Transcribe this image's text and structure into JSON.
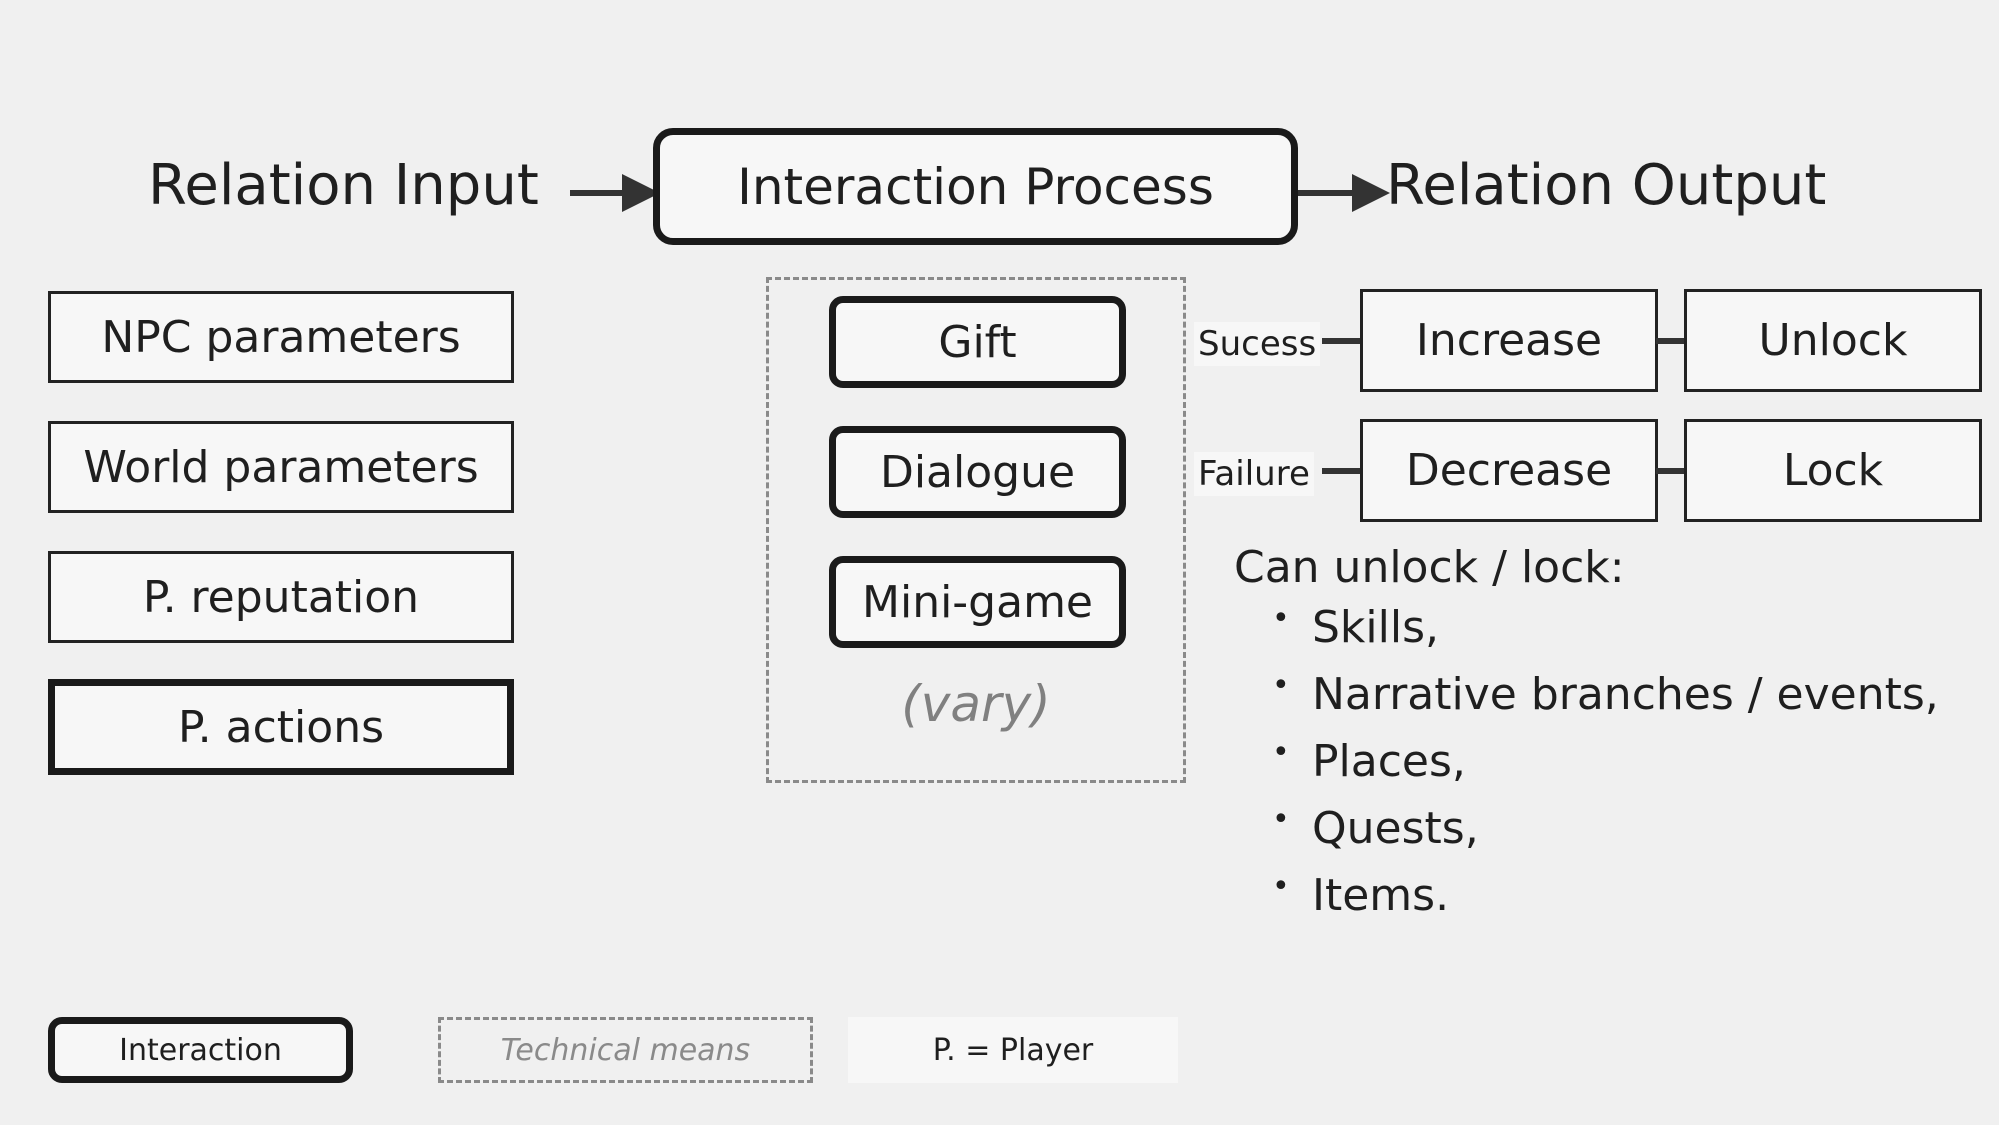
{
  "flow": {
    "input_title": "Relation Input",
    "process_title": "Interaction Process",
    "output_title": "Relation Output",
    "arrow_in": "arrow-right-icon",
    "arrow_out": "arrow-right-icon"
  },
  "inputs": [
    {
      "label": "NPC parameters",
      "style": "thin"
    },
    {
      "label": "World parameters",
      "style": "thin"
    },
    {
      "label": "P. reputation",
      "style": "thin"
    },
    {
      "label": "P. actions",
      "style": "thick"
    }
  ],
  "process": {
    "group_note": "(vary)",
    "means": [
      {
        "label": "Gift"
      },
      {
        "label": "Dialogue"
      },
      {
        "label": "Mini-game"
      }
    ]
  },
  "branches": [
    {
      "label": "Sucess",
      "result": "Increase",
      "effect": "Unlock"
    },
    {
      "label": "Failure",
      "result": "Decrease",
      "effect": "Lock"
    }
  ],
  "unlock": {
    "title": "Can unlock / lock:",
    "items": [
      "Skills,",
      "Narrative branches / events,",
      "Places,",
      "Quests,",
      "Items."
    ]
  },
  "legend": {
    "interaction": "Interaction",
    "technical": "Technical means",
    "player": "P. = Player"
  },
  "colors": {
    "background": "#f0f0f0",
    "box_fill": "#f7f7f7",
    "stroke_strong": "#1a1a1a",
    "stroke_thin": "#222222",
    "stroke_dashed": "#8a8a8a",
    "muted_text": "#808080",
    "connector": "#333333"
  }
}
